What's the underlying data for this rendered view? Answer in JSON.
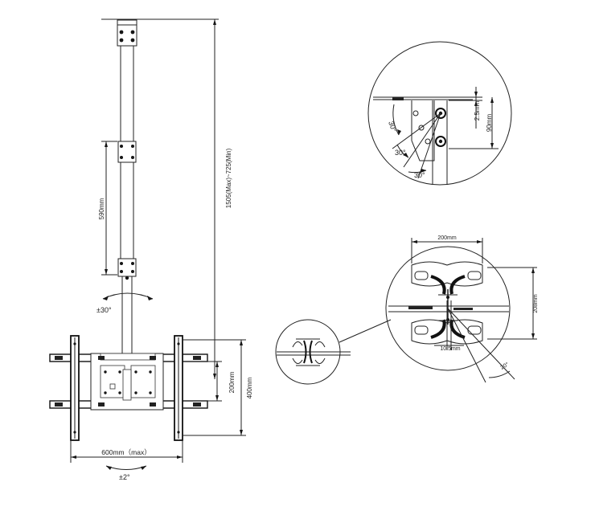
{
  "labels": {
    "mast_length": "1505(Max)~725(Min)",
    "extension": "590mm",
    "mast_rotation": "±30°",
    "bracket_width": "600mm（max）",
    "tilt": "±2°",
    "vesa_inner": "200mm",
    "vesa_outer": "400mm",
    "detail_a_tilt_1": "30°",
    "detail_a_tilt_2": "30°",
    "detail_a_tilt_3": "30°",
    "detail_a_offset": "2.5mm",
    "detail_a_height": "90mm",
    "detail_b_width": "200mm",
    "detail_b_height": "208mm",
    "detail_b_hole": "10.5mm",
    "detail_b_angle": "20°"
  },
  "colors": {
    "line": "#222222",
    "solid": "#151515",
    "background": "#ffffff"
  }
}
